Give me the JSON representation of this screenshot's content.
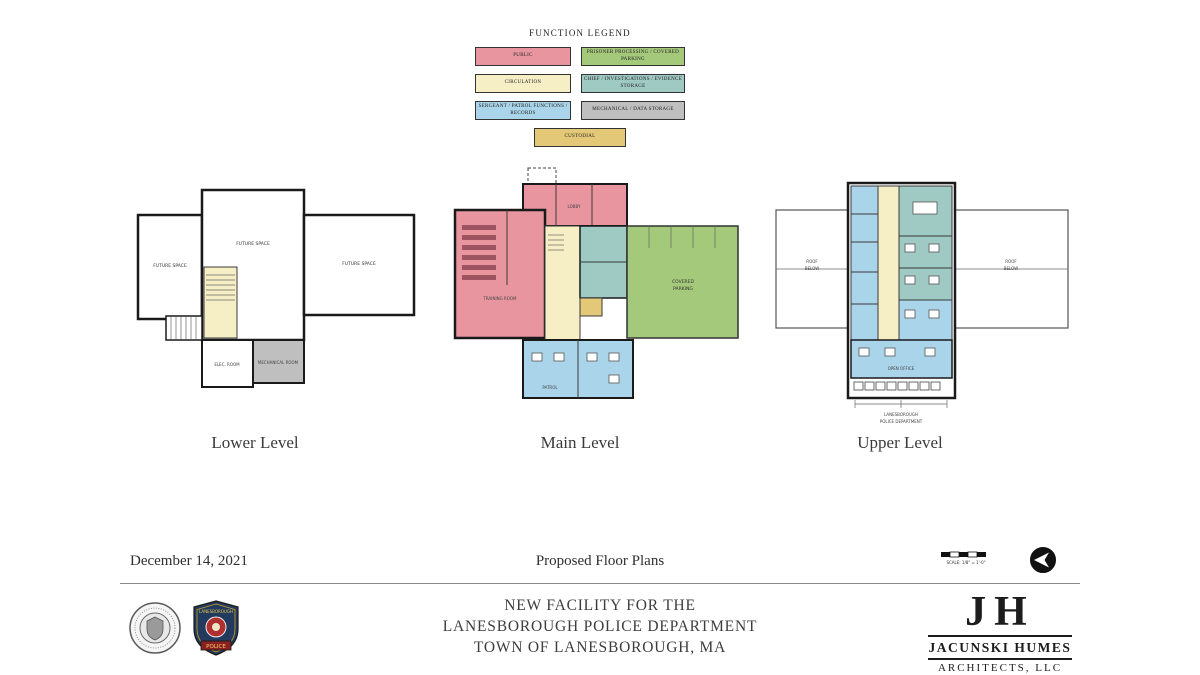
{
  "legend": {
    "title": "FUNCTION LEGEND",
    "items": [
      {
        "name": "public",
        "label": "PUBLIC",
        "color": "#e8959f"
      },
      {
        "name": "prisoner-processing",
        "label": "PRISONER PROCESSING / COVERED PARKING",
        "color": "#a4c97a"
      },
      {
        "name": "circulation",
        "label": "CIRCULATION",
        "color": "#f6efc6"
      },
      {
        "name": "chief-investigations",
        "label": "CHIEF / INVESTIGATIONS / EVIDENCE STORAGE",
        "color": "#9fc9c3"
      },
      {
        "name": "sergeant-patrol",
        "label": "SERGEANT / PATROL FUNCTIONS / RECORDS",
        "color": "#a9d4e9"
      },
      {
        "name": "mechanical-data",
        "label": "MECHANICAL / DATA STORAGE",
        "color": "#bfbfbf"
      },
      {
        "name": "custodial",
        "label": "CUSTODIAL",
        "color": "#e2c877"
      }
    ]
  },
  "plans": {
    "lower": {
      "caption": "Lower Level",
      "rooms": {
        "left": "FUTURE SPACE",
        "center": "FUTURE SPACE",
        "right": "FUTURE SPACE",
        "elec": "ELEC. ROOM",
        "mech": "MECHANICAL ROOM"
      }
    },
    "main": {
      "caption": "Main Level",
      "rooms": {
        "lobby": "LOBBY",
        "training": "TRAINING ROOM",
        "parking_line1": "COVERED",
        "parking_line2": "PARKING",
        "patrol": "PATROL"
      }
    },
    "upper": {
      "caption": "Upper Level",
      "rooms": {
        "roof_line1": "ROOF",
        "roof_line2": "BELOW",
        "open_office": "OPEN OFFICE"
      },
      "dept_line1": "LANESBOROUGH",
      "dept_line2": "POLICE DEPARTMENT"
    }
  },
  "footer": {
    "date": "December 14, 2021",
    "sheet_title": "Proposed Floor Plans",
    "scale_text": "SCALE: 1/8\" = 1'-0\"",
    "title_lines": [
      "NEW FACILITY FOR THE",
      "LANESBOROUGH POLICE DEPARTMENT",
      "TOWN OF LANESBOROUGH, MA"
    ],
    "architect": {
      "monogram": "JH",
      "name": "JACUNSKI HUMES",
      "suffix": "ARCHITECTS, LLC"
    },
    "patch": {
      "top": "LANESBOROUGH",
      "bottom": "POLICE"
    }
  }
}
